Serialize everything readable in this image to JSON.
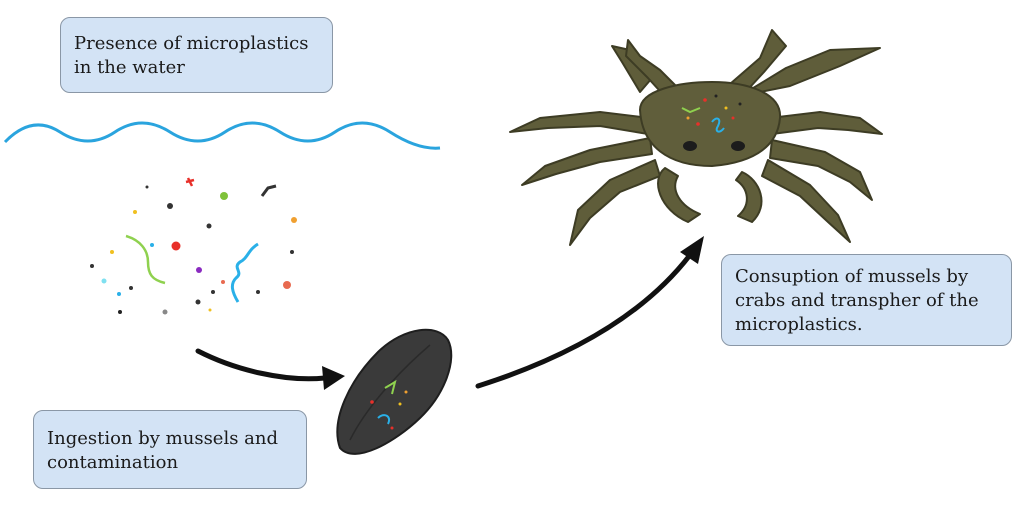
{
  "labels": {
    "presence": "Presence of microplastics\nin the water",
    "ingestion": "Ingestion by mussels and\ncontamination",
    "consumption": "Consuption of mussels by\ncrabs and transpher of the\nmicroplastics."
  },
  "colors": {
    "box_fill": "#d3e3f5",
    "box_border": "#8a97a6",
    "water": "#2aa4de",
    "arrow": "#111111",
    "crab": "#5f5d3a",
    "mussel": "#3a3a3a",
    "microplastic_green": "#8fd14f",
    "microplastic_blue": "#2ab0e8",
    "microplastic_red": "#e8302a"
  },
  "icons": [
    "water-wave-icon",
    "microplastics-icon",
    "mussel-icon",
    "crab-icon",
    "flow-arrow-icon"
  ]
}
